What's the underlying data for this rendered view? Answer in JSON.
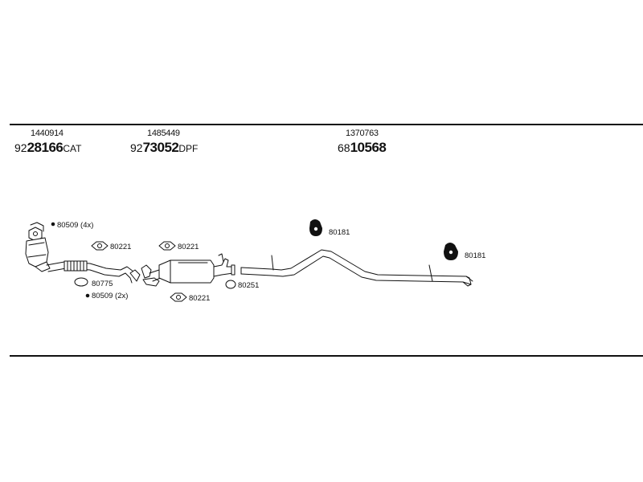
{
  "header": {
    "parts": [
      {
        "part_number": "1440914",
        "code_prefix": "92",
        "code_main": "28166",
        "code_suffix": "CAT"
      },
      {
        "part_number": "1485449",
        "code_prefix": "92",
        "code_main": "73052",
        "code_suffix": "DPF"
      },
      {
        "part_number": "1370763",
        "code_prefix": "68",
        "code_main": "10568",
        "code_suffix": ""
      }
    ]
  },
  "callouts": {
    "clamp_4x": "80509 (4x)",
    "gasket_cat_left": "80221",
    "gasket_dpf_left": "80221",
    "gasket_dpf_bottom": "80221",
    "ring_80775": "80775",
    "clamp_2x": "80509 (2x)",
    "ring_80251": "80251",
    "hanger_mid": "80181",
    "hanger_rear": "80181"
  }
}
